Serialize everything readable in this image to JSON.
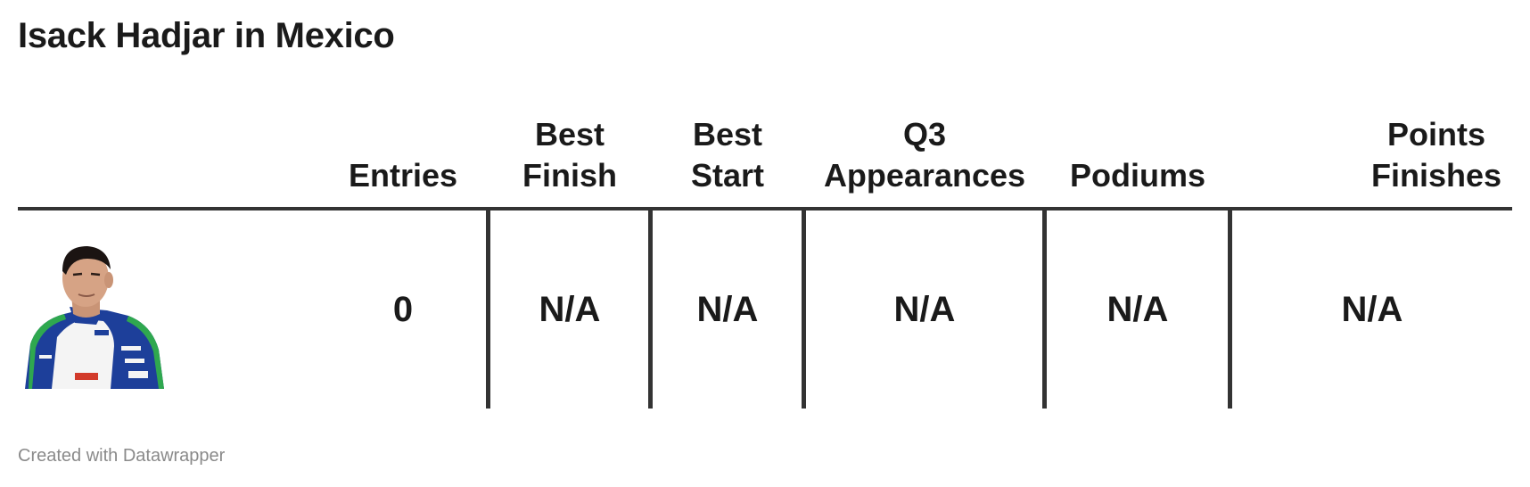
{
  "title": "Isack Hadjar in Mexico",
  "footer": "Created with Datawrapper",
  "driver": {
    "photo_icon": "driver-portrait-icon"
  },
  "columns": [
    {
      "line1": "",
      "line2": "Entries",
      "value": "0"
    },
    {
      "line1": "Best",
      "line2": "Finish",
      "value": "N/A"
    },
    {
      "line1": "Best",
      "line2": "Start",
      "value": "N/A"
    },
    {
      "line1": "Q3",
      "line2": "Appearances",
      "value": "N/A"
    },
    {
      "line1": "",
      "line2": "Podiums",
      "value": "N/A"
    },
    {
      "line1": "Points",
      "line2": "Finishes",
      "value": "N/A"
    }
  ],
  "chart_data": {
    "type": "table",
    "title": "Isack Hadjar in Mexico",
    "columns": [
      "Entries",
      "Best Finish",
      "Best Start",
      "Q3 Appearances",
      "Podiums",
      "Points Finishes"
    ],
    "rows": [
      {
        "driver": "Isack Hadjar",
        "values": [
          "0",
          "N/A",
          "N/A",
          "N/A",
          "N/A",
          "N/A"
        ]
      }
    ]
  },
  "colors": {
    "text": "#1a1a1a",
    "rule": "#333333",
    "footer": "#8a8a8a",
    "suit_blue": "#1d3f9a",
    "suit_white": "#f4f4f4",
    "suit_green": "#2fa84f"
  }
}
